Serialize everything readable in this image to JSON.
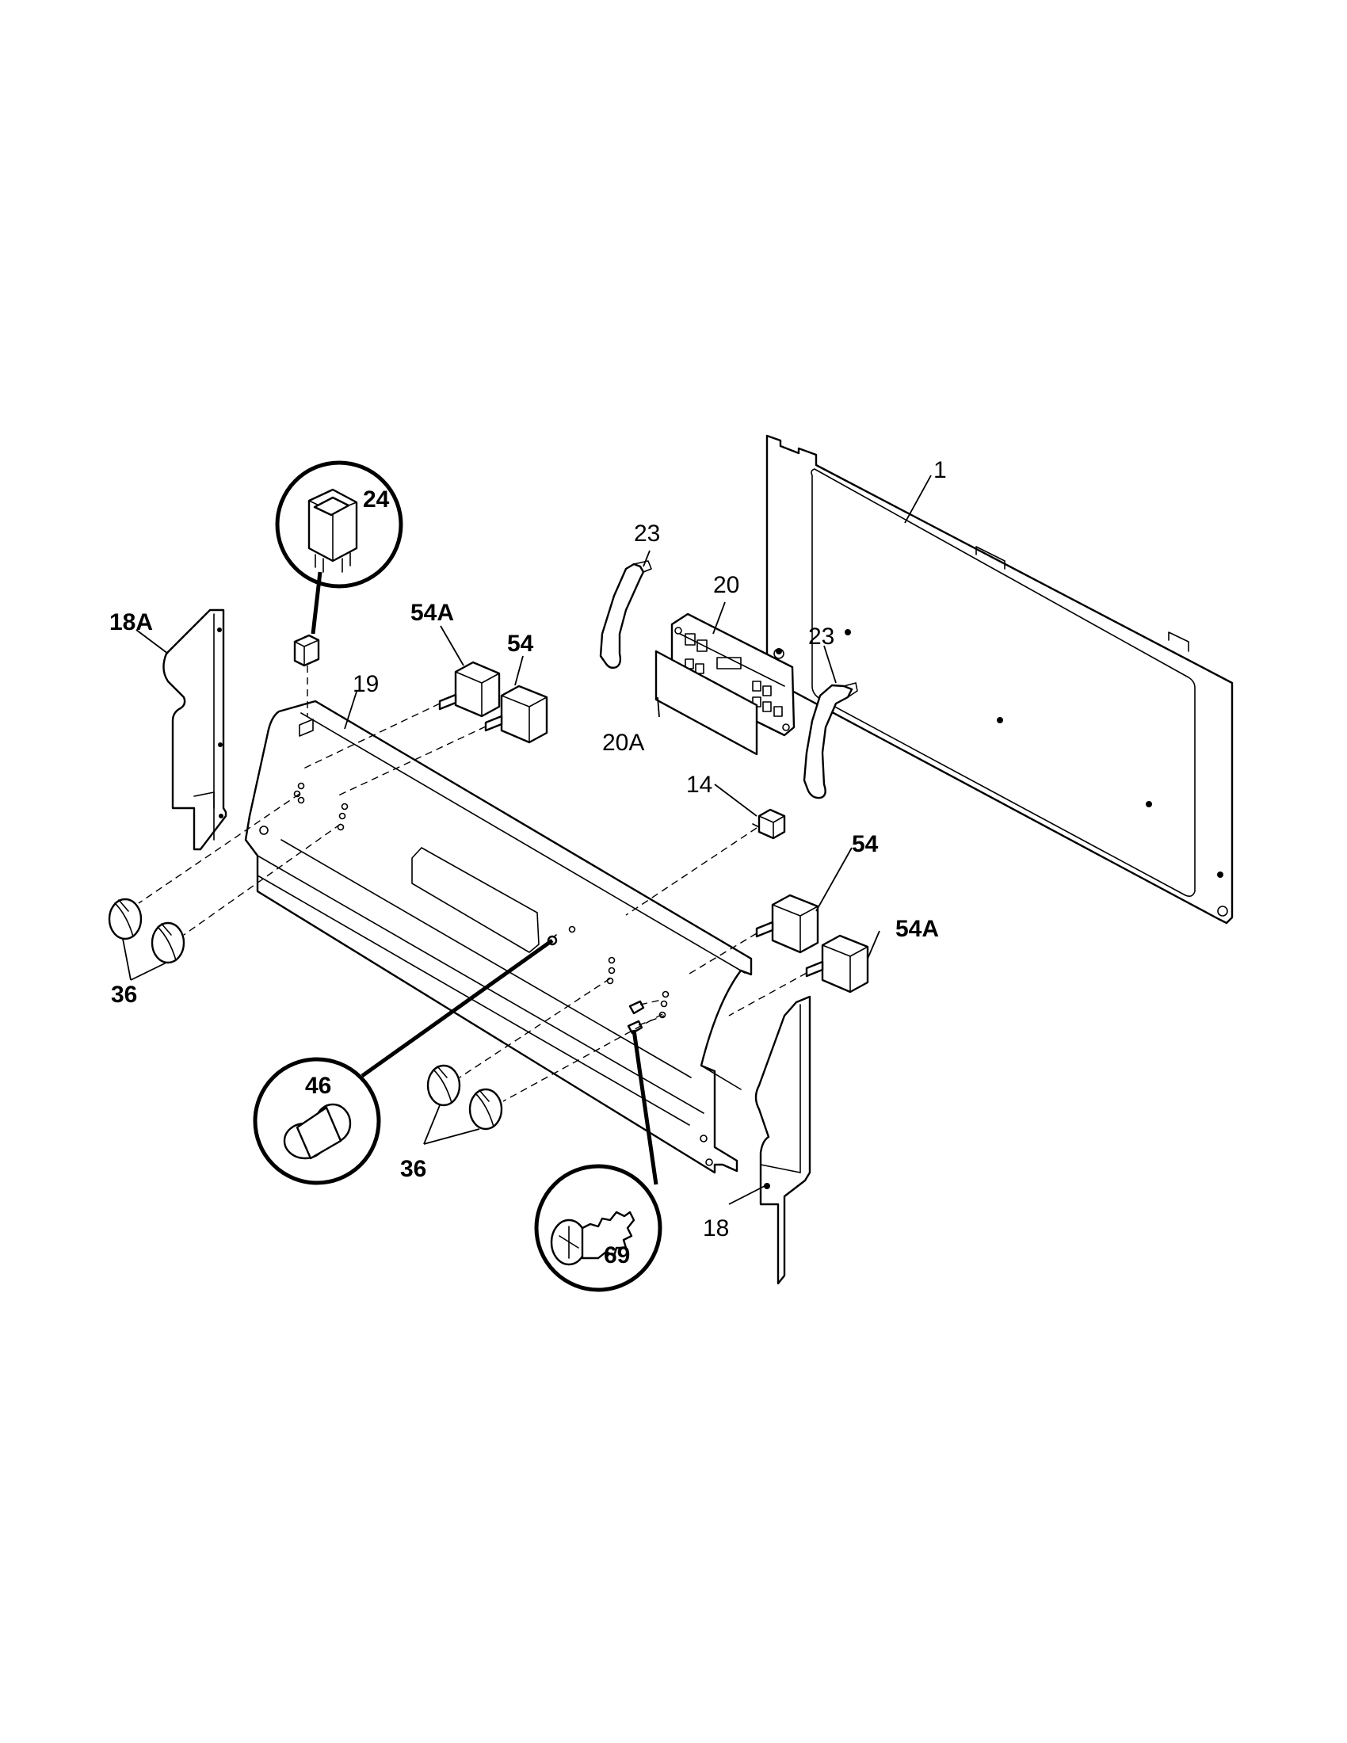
{
  "labels": {
    "p1": "1",
    "p14": "14",
    "p18": "18",
    "p18a": "18A",
    "p19": "19",
    "p20": "20",
    "p20a": "20A",
    "p23a": "23",
    "p23b": "23",
    "p24": "24",
    "p36a": "36",
    "p36b": "36",
    "p46": "46",
    "p54a": "54",
    "p54b": "54",
    "p54Aa": "54A",
    "p54Ab": "54A",
    "p69": "69"
  }
}
